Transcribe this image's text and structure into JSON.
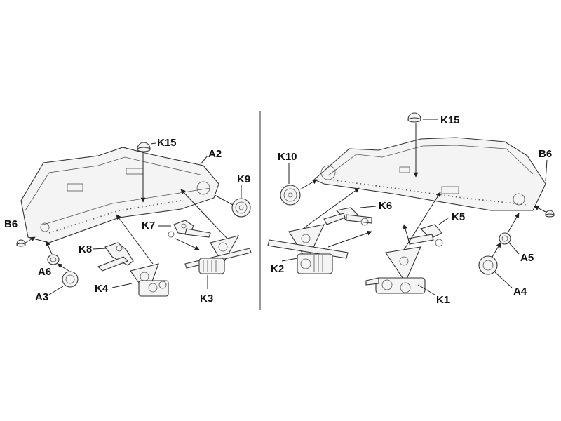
{
  "colors": {
    "ink": "#111111",
    "paper": "#ffffff",
    "part_fill": "#f4f4f4",
    "divider": "#555555"
  },
  "left_panel": {
    "labels": {
      "K15": "K15",
      "A2": "A2",
      "K9": "K9",
      "B6": "B6",
      "K7": "K7",
      "K8": "K8",
      "A6": "A6",
      "A3": "A3",
      "K4": "K4",
      "K3": "K3"
    }
  },
  "right_panel": {
    "labels": {
      "K15": "K15",
      "K10": "K10",
      "B6": "B6",
      "K6": "K6",
      "K5": "K5",
      "A5": "A5",
      "K2": "K2",
      "A4": "A4",
      "K1": "K1"
    }
  }
}
